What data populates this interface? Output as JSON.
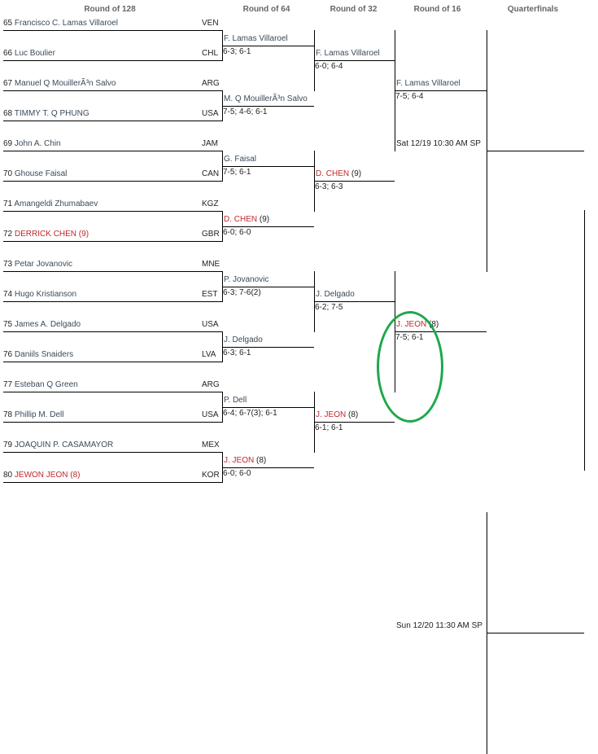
{
  "headers": [
    "Round of 128",
    "Round of 64",
    "Round of 32",
    "Round of 16",
    "Quarterfinals"
  ],
  "r128": [
    {
      "num": "65",
      "name": "Francisco C. Lamas Villaroel",
      "seedTag": "",
      "country": "VEN"
    },
    {
      "num": "66",
      "name": "Luc Boulier",
      "seedTag": "",
      "country": "CHL"
    },
    {
      "num": "67",
      "name": "Manuel Q MouillerÃ³n Salvo",
      "seedTag": "",
      "country": "ARG"
    },
    {
      "num": "68",
      "name": "TIMMY T. Q PHUNG",
      "seedTag": "",
      "country": "USA"
    },
    {
      "num": "69",
      "name": "John A. Chin",
      "seedTag": "",
      "country": "JAM"
    },
    {
      "num": "70",
      "name": "Ghouse Faisal",
      "seedTag": "",
      "country": "CAN"
    },
    {
      "num": "71",
      "name": "Amangeldi Zhumabaev",
      "seedTag": "",
      "country": "KGZ"
    },
    {
      "num": "72",
      "name": "DERRICK CHEN",
      "seedTag": "(9)",
      "country": "GBR"
    },
    {
      "num": "73",
      "name": "Petar Jovanovic",
      "seedTag": "",
      "country": "MNE"
    },
    {
      "num": "74",
      "name": "Hugo Kristianson",
      "seedTag": "",
      "country": "EST"
    },
    {
      "num": "75",
      "name": "James A. Delgado",
      "seedTag": "",
      "country": "USA"
    },
    {
      "num": "76",
      "name": "Daniils Snaiders",
      "seedTag": "",
      "country": "LVA"
    },
    {
      "num": "77",
      "name": "Esteban Q Green",
      "seedTag": "",
      "country": "ARG"
    },
    {
      "num": "78",
      "name": "Phillip M. Dell",
      "seedTag": "",
      "country": "USA"
    },
    {
      "num": "79",
      "name": "JOAQUIN P. CASAMAYOR",
      "seedTag": "",
      "country": "MEX"
    },
    {
      "num": "80",
      "name": "JEWON JEON",
      "seedTag": "(8)",
      "country": "KOR"
    }
  ],
  "r64": [
    {
      "name": "F. Lamas Villaroel",
      "seedTag": "",
      "score": "6-3; 6-1"
    },
    {
      "name": "M. Q MouillerÃ³n Salvo",
      "seedTag": "",
      "score": "7-5; 4-6; 6-1"
    },
    {
      "name": "G. Faisal",
      "seedTag": "",
      "score": "7-5; 6-1"
    },
    {
      "name": "D. CHEN",
      "seedTag": "(9)",
      "score": "6-0; 6-0"
    },
    {
      "name": "P. Jovanovic",
      "seedTag": "",
      "score": "6-3; 7-6(2)"
    },
    {
      "name": "J. Delgado",
      "seedTag": "",
      "score": "6-3; 6-1"
    },
    {
      "name": "P. Dell",
      "seedTag": "",
      "score": "6-4; 6-7(3); 6-1"
    },
    {
      "name": "J. JEON",
      "seedTag": "(8)",
      "score": "6-0; 6-0"
    }
  ],
  "r32": [
    {
      "name": "F. Lamas Villaroel",
      "seedTag": "",
      "score": "6-0; 6-4"
    },
    {
      "name": "D. CHEN",
      "seedTag": "(9)",
      "score": "6-3; 6-3"
    },
    {
      "name": "J. Delgado",
      "seedTag": "",
      "score": "6-2; 7-5"
    },
    {
      "name": "J. JEON",
      "seedTag": "(8)",
      "score": "6-1; 6-1"
    }
  ],
  "r16": [
    {
      "name": "F. Lamas Villaroel",
      "seedTag": "",
      "score": "7-5; 6-4"
    },
    {
      "name": "J. JEON",
      "seedTag": "(8)",
      "score": "7-5; 6-1"
    }
  ],
  "qf": [
    {
      "schedule": "Sat 12/19 10:30 AM SP"
    },
    {
      "schedule": "Sun 12/20 11:30 AM SP"
    }
  ],
  "colors": {
    "seeded": "#c0272d",
    "name": "#3a4a5a",
    "highlight": "#1ea84a"
  }
}
